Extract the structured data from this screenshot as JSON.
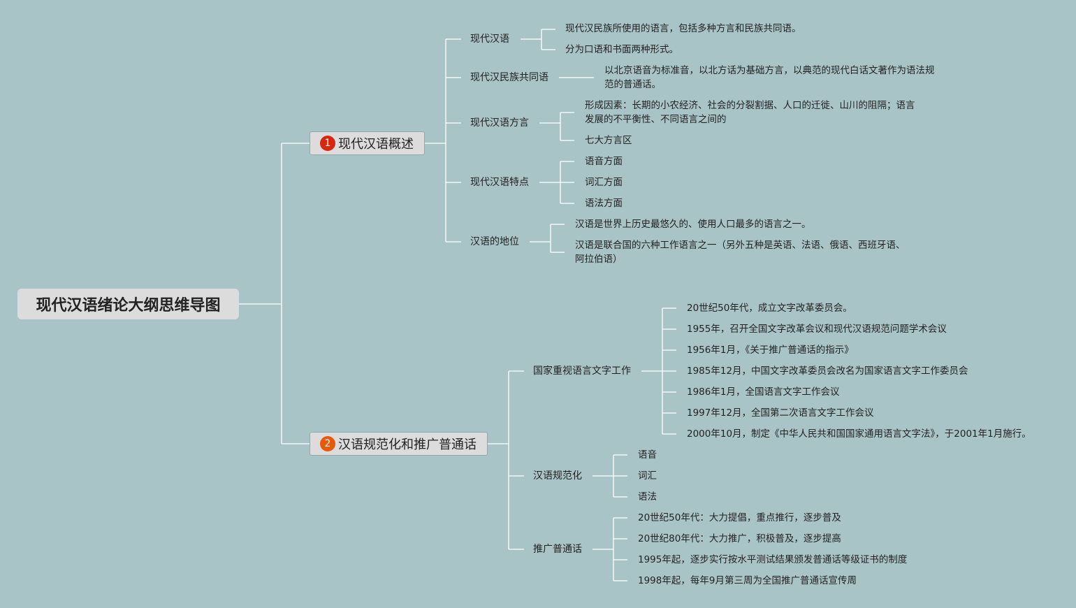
{
  "root": "现代汉语绪论大纲思维导图",
  "topics": [
    {
      "number": "1",
      "badge_color": "#d9260f",
      "title": "现代汉语概述",
      "children": [
        {
          "label": "现代汉语",
          "items": [
            "现代汉民族所使用的语言，包括多种方言和民族共同语。",
            "分为口语和书面两种形式。"
          ]
        },
        {
          "label": "现代汉民族共同语",
          "items": [
            [
              "以北京语音为标准音，以北方话为基础方言，以典范的现代白话文著作为语法规",
              "范的普通话。"
            ]
          ]
        },
        {
          "label": "现代汉语方言",
          "items": [
            [
              "形成因素：长期的小农经济、社会的分裂割据、人口的迁徙、山川的阻隔；语言",
              "发展的不平衡性、不同语言之间的"
            ],
            "七大方言区"
          ]
        },
        {
          "label": "现代汉语特点",
          "items": [
            "语音方面",
            "词汇方面",
            "语法方面"
          ]
        },
        {
          "label": "汉语的地位",
          "items": [
            "汉语是世界上历史最悠久的、使用人口最多的语言之一。",
            [
              "汉语是联合国的六种工作语言之一（另外五种是英语、法语、俄语、西班牙语、",
              "阿拉伯语）"
            ]
          ]
        }
      ]
    },
    {
      "number": "2",
      "badge_color": "#e8590c",
      "title": "汉语规范化和推广普通话",
      "children": [
        {
          "label": "国家重视语言文字工作",
          "items": [
            "20世纪50年代，成立文字改革委员会。",
            "1955年，召开全国文字改革会议和现代汉语规范问题学术会议",
            "1956年1月，《关于推广普通话的指示》",
            "1985年12月，中国文字改革委员会改名为国家语言文字工作委员会",
            "1986年1月，全国语言文字工作会议",
            "1997年12月，全国第二次语言文字工作会议",
            "2000年10月，制定《中华人民共和国国家通用语言文字法》，于2001年1月施行。"
          ]
        },
        {
          "label": "汉语规范化",
          "items": [
            "语音",
            "词汇",
            "语法"
          ]
        },
        {
          "label": "推广普通话",
          "items": [
            "20世纪50年代：大力提倡，重点推行，逐步普及",
            "20世纪80年代：大力推广，积极普及，逐步提高",
            "1995年起，逐步实行按水平测试结果颁发普通话等级证书的制度",
            "1998年起，每年9月第三周为全国推广普通话宣传周"
          ]
        }
      ]
    }
  ]
}
